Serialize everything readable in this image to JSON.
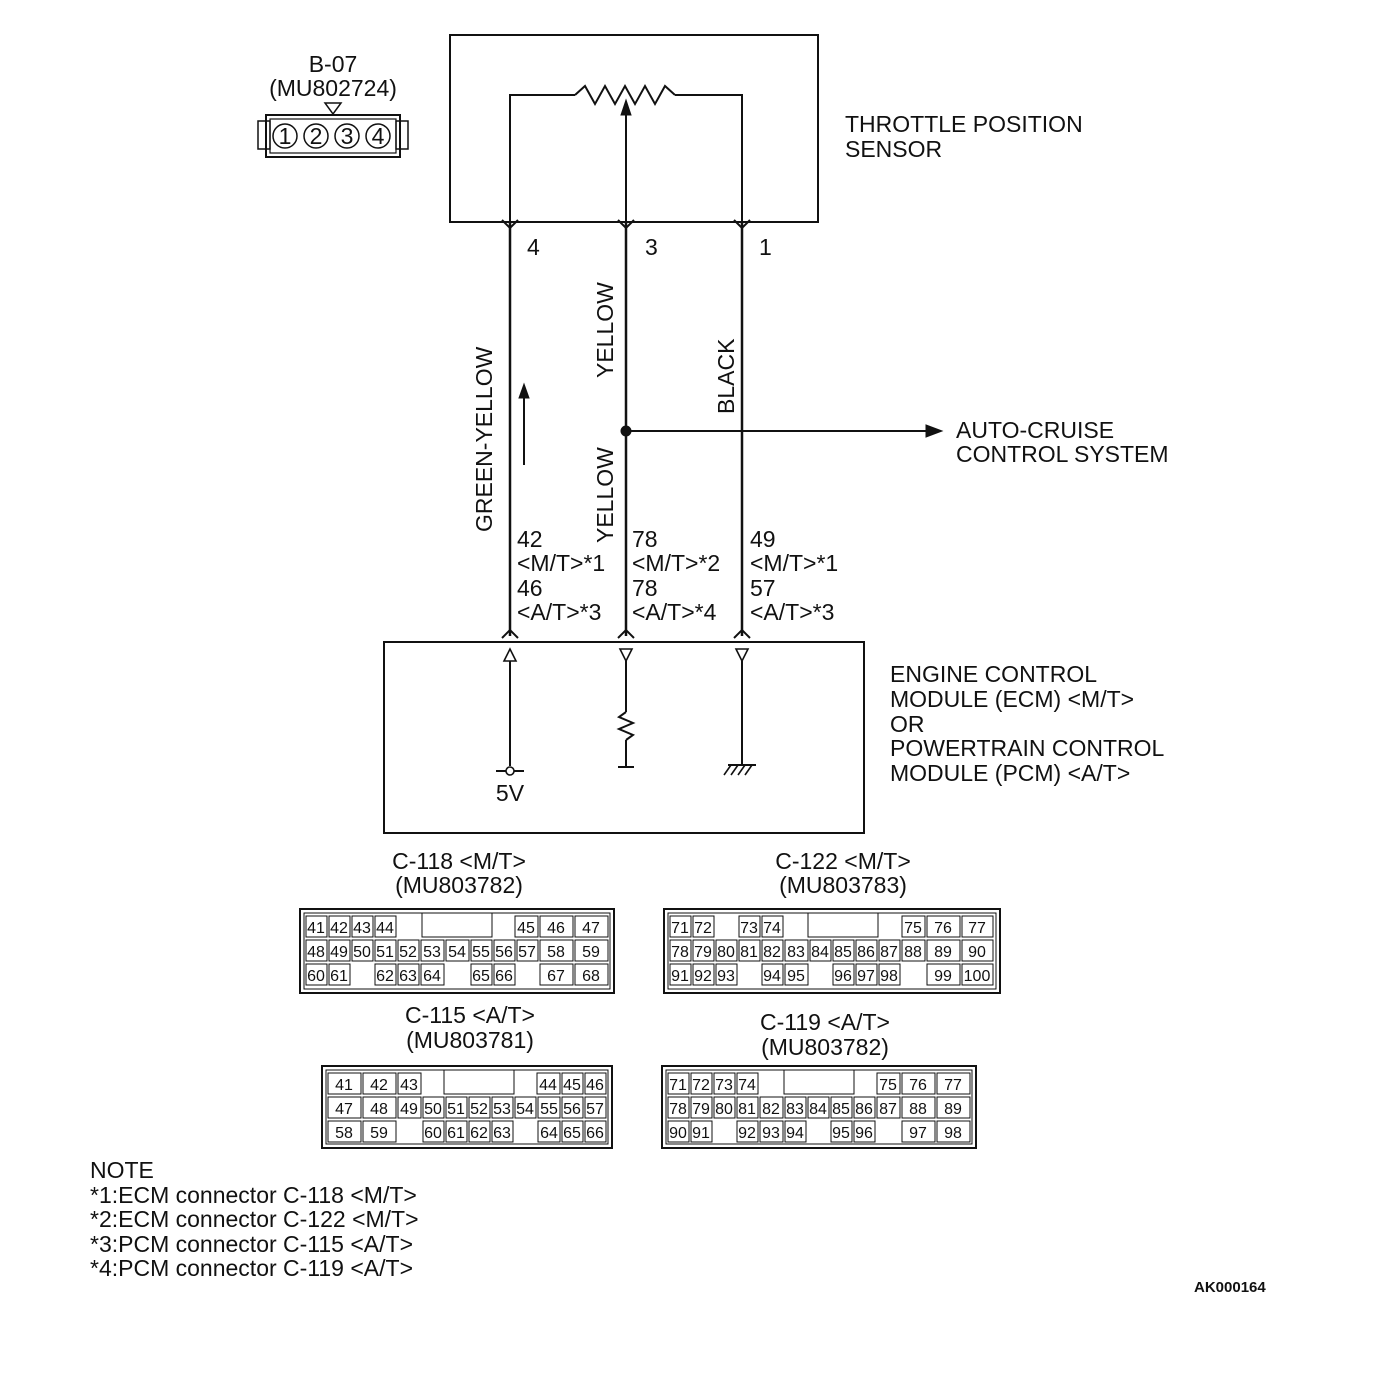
{
  "header_connector": {
    "id": "B-07",
    "part": "(MU802724)",
    "pins": [
      "1",
      "2",
      "3",
      "4"
    ]
  },
  "sensor": {
    "line1": "THROTTLE POSITION",
    "line2": "SENSOR",
    "pins": [
      "4",
      "3",
      "1"
    ]
  },
  "wires": {
    "green_yellow": "GREEN-YELLOW",
    "yellow_top": "YELLOW",
    "yellow_bottom": "YELLOW",
    "black": "BLACK"
  },
  "auto_cruise": {
    "line1": "AUTO-CRUISE",
    "line2": "CONTROL SYSTEM"
  },
  "terminals": {
    "left": [
      "42",
      "<M/T>*1",
      "46",
      "<A/T>*3"
    ],
    "mid": [
      "78",
      "<M/T>*2",
      "78",
      "<A/T>*4"
    ],
    "right": [
      "49",
      "<M/T>*1",
      "57",
      "<A/T>*3"
    ]
  },
  "module": {
    "lines": [
      "ENGINE CONTROL",
      "MODULE (ECM) <M/T>",
      "OR",
      "POWERTRAIN CONTROL",
      "MODULE (PCM) <A/T>"
    ],
    "voltage": "5V"
  },
  "connectors": [
    {
      "id": "C-118 <M/T>",
      "part": "(MU803782)",
      "rows": [
        [
          "41",
          "42",
          "43",
          "44",
          "",
          "45",
          "46",
          "47"
        ],
        [
          "48",
          "49",
          "50",
          "51",
          "52",
          "53",
          "54",
          "55",
          "56",
          "57",
          "58",
          "59"
        ],
        [
          "60",
          "61",
          "",
          "62",
          "63",
          "64",
          "",
          "65",
          "66",
          "",
          "67",
          "68"
        ]
      ]
    },
    {
      "id": "C-122 <M/T>",
      "part": "(MU803783)",
      "rows": [
        [
          "71",
          "72",
          "",
          "73",
          "74",
          "",
          "75",
          "76",
          "77"
        ],
        [
          "78",
          "79",
          "80",
          "81",
          "82",
          "83",
          "84",
          "85",
          "86",
          "87",
          "88",
          "89",
          "90"
        ],
        [
          "91",
          "92",
          "93",
          "",
          "94",
          "95",
          "",
          "96",
          "97",
          "98",
          "",
          "99",
          "100"
        ]
      ]
    },
    {
      "id": "C-115 <A/T>",
      "part": "(MU803781)",
      "rows": [
        [
          "41",
          "42",
          "43",
          "",
          "44",
          "45",
          "46"
        ],
        [
          "47",
          "48",
          "49",
          "50",
          "51",
          "52",
          "53",
          "54",
          "55",
          "56",
          "57"
        ],
        [
          "58",
          "59",
          "",
          "60",
          "61",
          "62",
          "63",
          "",
          "64",
          "65",
          "66"
        ]
      ]
    },
    {
      "id": "C-119 <A/T>",
      "part": "(MU803782)",
      "rows": [
        [
          "71",
          "72",
          "73",
          "74",
          "",
          "75",
          "76",
          "77"
        ],
        [
          "78",
          "79",
          "80",
          "81",
          "82",
          "83",
          "84",
          "85",
          "86",
          "87",
          "88",
          "89"
        ],
        [
          "90",
          "91",
          "",
          "92",
          "93",
          "94",
          "",
          "95",
          "96",
          "",
          "97",
          "98"
        ]
      ]
    }
  ],
  "note": {
    "title": "NOTE",
    "items": [
      "*1:ECM connector C-118 <M/T>",
      "*2:ECM connector C-122 <M/T>",
      "*3:PCM connector C-115 <A/T>",
      "*4:PCM connector C-119 <A/T>"
    ]
  },
  "figure_code": "AK000164"
}
